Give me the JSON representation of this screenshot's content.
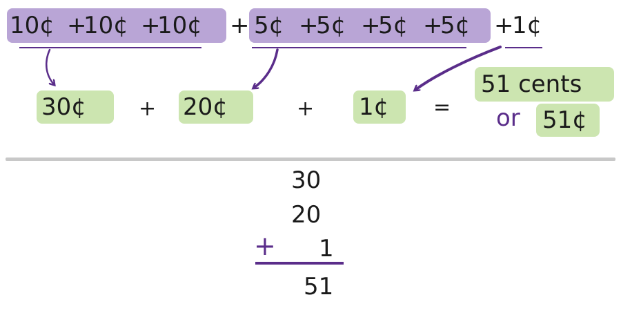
{
  "top_row": {
    "dimes": [
      "10¢",
      "+",
      "10¢",
      "+",
      "10¢"
    ],
    "plus_1": "+",
    "nickels": [
      "5¢",
      "+",
      "5¢",
      "+",
      "5¢",
      "+",
      "5¢"
    ],
    "plus_2": "+",
    "penny": "1¢"
  },
  "middle_row": {
    "subtotal_dimes": "30¢",
    "plus_a": "+",
    "subtotal_nickels": "20¢",
    "plus_b": "+",
    "subtotal_penny": "1¢",
    "equals": "=",
    "result_words": "51 cents",
    "or_label": "or",
    "result_symbol": "51¢"
  },
  "column_addition": {
    "addends": [
      "30",
      "20",
      "1"
    ],
    "plus_sign": "+",
    "sum": "51"
  },
  "colors": {
    "purple_highlight": "#b9a5d6",
    "green_highlight": "#cce5b0",
    "purple_ink": "#5a2d8a",
    "divider": "#c8c8c8"
  }
}
